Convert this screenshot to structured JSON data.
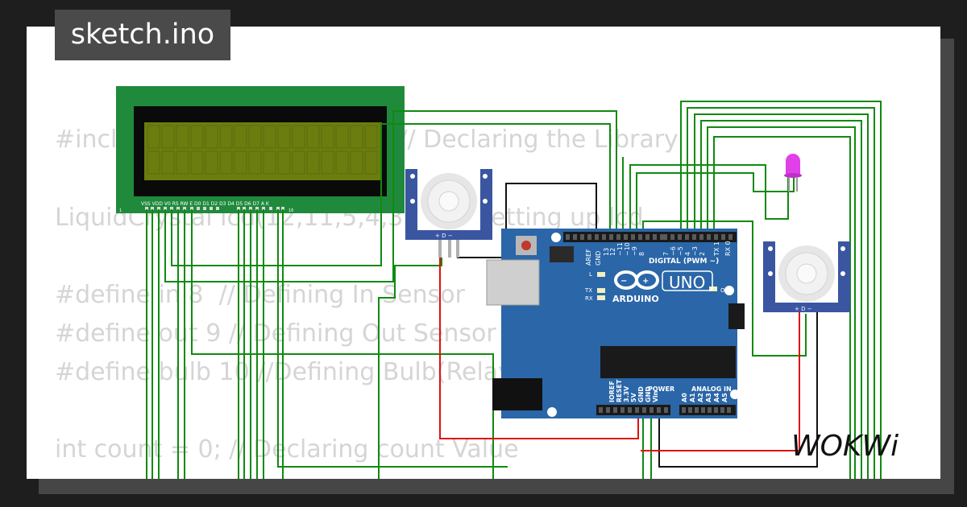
{
  "title": "sketch.ino",
  "code_lines": [
    "#include <LiquidCrystal.h> // Declaring the Library",
    "LiquidCrystal lcd(12,11,5,4,3,2); // Setting up lcd",
    "#define in 8  // Defining In Sensor",
    "#define out 9 // Defining Out Sensor",
    "#define bulb 10 //Defining Bulb(Relay)",
    "int count = 0; // Declaring count Value"
  ],
  "lcd": {
    "pins": "VSS VDD V0 RS RW E D0 D1 D2 D3 D4 D5 D6 D7 A K",
    "pin_first": "1",
    "pin_last": "16"
  },
  "pir_label": "+ D −",
  "arduino": {
    "brand": "ARDUINO",
    "model": "UNO",
    "digital_label": "DIGITAL (PWM ~)",
    "power_label": "POWER",
    "analog_label": "ANALOG IN",
    "on_label": "ON",
    "l_label": "L",
    "tx_label": "TX",
    "rx_label": "RX",
    "aref_label": "AREF",
    "gnd_label": "GND",
    "digital_pins": [
      "13",
      "12",
      "~11",
      "~10",
      "~9",
      "8",
      "7",
      "~6",
      "~5",
      "4",
      "~3",
      "2",
      "TX 1",
      "RX 0"
    ],
    "power_pins": [
      "IOREF",
      "RESET",
      "3.3V",
      "5V",
      "GND",
      "GND",
      "Vin"
    ],
    "analog_pins": [
      "A0",
      "A1",
      "A2",
      "A3",
      "A4",
      "A5"
    ]
  },
  "watermark": "WOKWi",
  "colors": {
    "background": "#1e1e1e",
    "board": "#2a66a8",
    "lcd_pcb": "#1f8a3c",
    "lcd_screen": "#6b7d0f",
    "wire_green": "#108a10",
    "wire_red": "#e01010",
    "wire_black": "#111111",
    "led": "#e040e8"
  }
}
